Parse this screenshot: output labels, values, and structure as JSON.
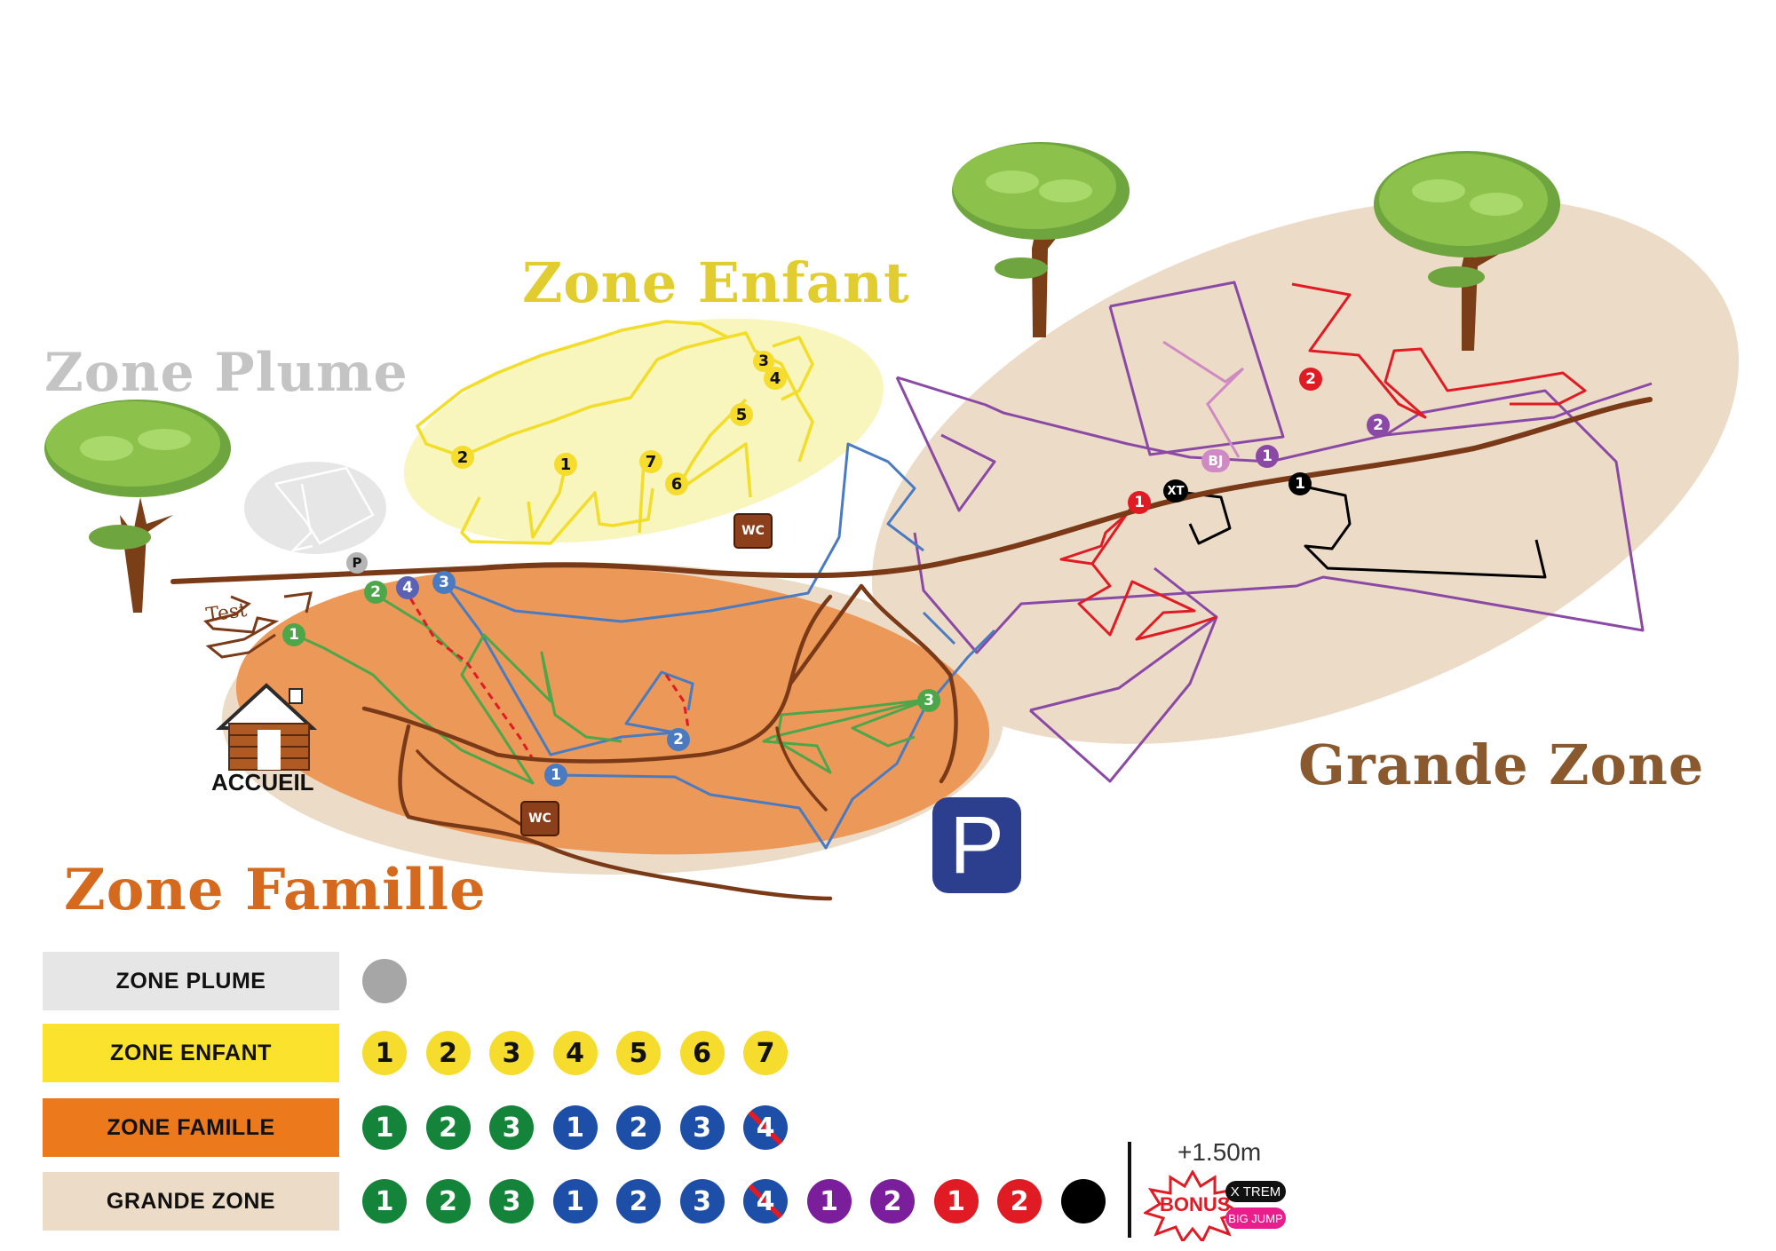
{
  "zones": {
    "plume": {
      "title": "Zone Plume",
      "color": "#c4c4c4"
    },
    "enfant": {
      "title": "Zone Enfant",
      "color": "#e2cd30"
    },
    "famille": {
      "title": "Zone Famille",
      "color": "#d56a1e"
    },
    "grande": {
      "title": "Grande Zone",
      "color": "#8a5a2e"
    }
  },
  "map_labels": {
    "accueil": "ACCUEIL",
    "test": "Test",
    "wc": "WC",
    "parking": "P",
    "parking_small": "P",
    "big_jump": "BJ",
    "xtrem": "XT"
  },
  "markers": {
    "enfant": [
      "2",
      "1",
      "7",
      "6",
      "5",
      "3",
      "4"
    ],
    "famille_green": [
      "1",
      "2",
      "3"
    ],
    "famille_blue": [
      "1",
      "2",
      "3",
      "4"
    ],
    "grande_purple": [
      "1",
      "2"
    ],
    "grande_red": [
      "1",
      "2"
    ],
    "grande_black": [
      "1"
    ]
  },
  "legend": {
    "rows": [
      {
        "label": "ZONE PLUME",
        "bg": "#e6e6e6",
        "badges": [
          {
            "text": "",
            "style": "grey"
          }
        ]
      },
      {
        "label": "ZONE ENFANT",
        "bg": "#fae22d",
        "badges": [
          {
            "text": "1",
            "style": "yellow"
          },
          {
            "text": "2",
            "style": "yellow"
          },
          {
            "text": "3",
            "style": "yellow"
          },
          {
            "text": "4",
            "style": "yellow"
          },
          {
            "text": "5",
            "style": "yellow"
          },
          {
            "text": "6",
            "style": "yellow"
          },
          {
            "text": "7",
            "style": "yellow"
          }
        ]
      },
      {
        "label": "ZONE FAMILLE",
        "bg": "#ec7a1c",
        "badges": [
          {
            "text": "1",
            "style": "green"
          },
          {
            "text": "2",
            "style": "green"
          },
          {
            "text": "3",
            "style": "green"
          },
          {
            "text": "1",
            "style": "blue"
          },
          {
            "text": "2",
            "style": "blue"
          },
          {
            "text": "3",
            "style": "blue"
          },
          {
            "text": "4",
            "style": "blue-red"
          }
        ]
      },
      {
        "label": "GRANDE ZONE",
        "bg": "#ecdcc7",
        "badges": [
          {
            "text": "1",
            "style": "green"
          },
          {
            "text": "2",
            "style": "green"
          },
          {
            "text": "3",
            "style": "green"
          },
          {
            "text": "1",
            "style": "blue"
          },
          {
            "text": "2",
            "style": "blue"
          },
          {
            "text": "3",
            "style": "blue"
          },
          {
            "text": "4",
            "style": "blue-red"
          },
          {
            "text": "1",
            "style": "purple"
          },
          {
            "text": "2",
            "style": "purple"
          },
          {
            "text": "1",
            "style": "red"
          },
          {
            "text": "2",
            "style": "red"
          },
          {
            "text": "",
            "style": "black"
          }
        ]
      }
    ],
    "bonus": {
      "height_note": "+1.50m",
      "bonus_label": "BONUS",
      "xtrem_label": "X TREM",
      "bigjump_label": "BIG JUMP"
    }
  },
  "colors": {
    "green": "#14843a",
    "blue": "#1d4fa8",
    "purple": "#7b1e9c",
    "red": "#e01b24",
    "black": "#000000",
    "yellow": "#f6dc2c",
    "grey": "#a6a6a6",
    "path_brown": "#7a3a17",
    "parking_blue": "#2c3f8f",
    "bigjump_pink": "#e91e8c"
  }
}
